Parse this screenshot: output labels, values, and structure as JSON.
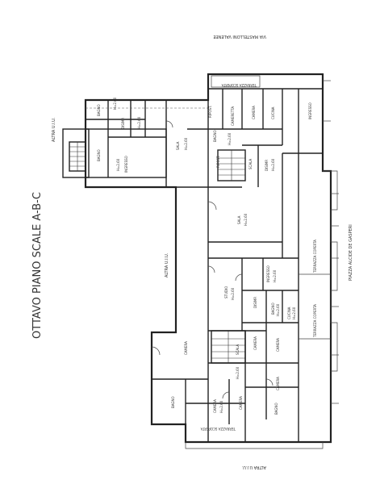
{
  "title": "OTTAVO PIANO SCALE A-B-C",
  "streets": {
    "top": "VIA MASTELLONI VALENEE",
    "right": "PIAZZA ALCIDE DE GASPERI",
    "bottom": "ALTRA U.I.U."
  },
  "adjacent_units": [
    "ALTRA U.I.U.",
    "ALTRA U.I.U."
  ],
  "terraces": {
    "top": "TERRAZZA SCOPERTA",
    "right_upper": "TERRAZZA COPERTA",
    "right_lower": "TERRAZZA COPERTA",
    "bottom": "TERRAZZA SCOPERTA"
  },
  "rooms": {
    "ripost": "RIPOST.",
    "cameretta": "CAMERETTA",
    "camera_top": "CAMERA",
    "cucina": "CUCINA",
    "ingresso": "INGRESSO",
    "bagno_small": "BAGNO",
    "h_label": "H=2.60",
    "bagno_top": "BAGNO",
    "h_top": "H=2.60",
    "disimp": "DISIMP.",
    "bagno_left": "BAGNO",
    "ingresso_left": "INGRESSO",
    "h_left": "H=2.60",
    "h_left2": "H=2.60",
    "sala": "SALA",
    "h_sala": "H=2.60",
    "scala_top": "SCALA",
    "ripost_top": "RIPOST.",
    "disimp_top": "DISIMP.",
    "h_disimp": "H=2.60",
    "ingresso_mid": "INGRESSO",
    "h_ing_mid": "H=2.60",
    "sala_big": "SALA",
    "h_sala_big": "H=2.60",
    "studio": "STUDIO",
    "h_studio": "H=2.60",
    "cucina_mid": "CUCINA",
    "h_cucina_mid": "H=2.60",
    "bagno_mid": "BAGNO",
    "h_bagno_mid": "H=2.60",
    "disimp_mid": "DISIMP.",
    "camera_mid1": "CAMERA",
    "camera_mid2": "CAMERA",
    "scala_mid": "SCALA",
    "h_mid": "H=2.60",
    "camera_low1": "CAMERA",
    "camera_low2": "CAMERA",
    "bagno_low": "BAGNO",
    "camera_low3": "CAMERA",
    "h_low": "H=2.60",
    "camera_low4": "CAMERA",
    "bagno_bottom": "BAGNO"
  }
}
